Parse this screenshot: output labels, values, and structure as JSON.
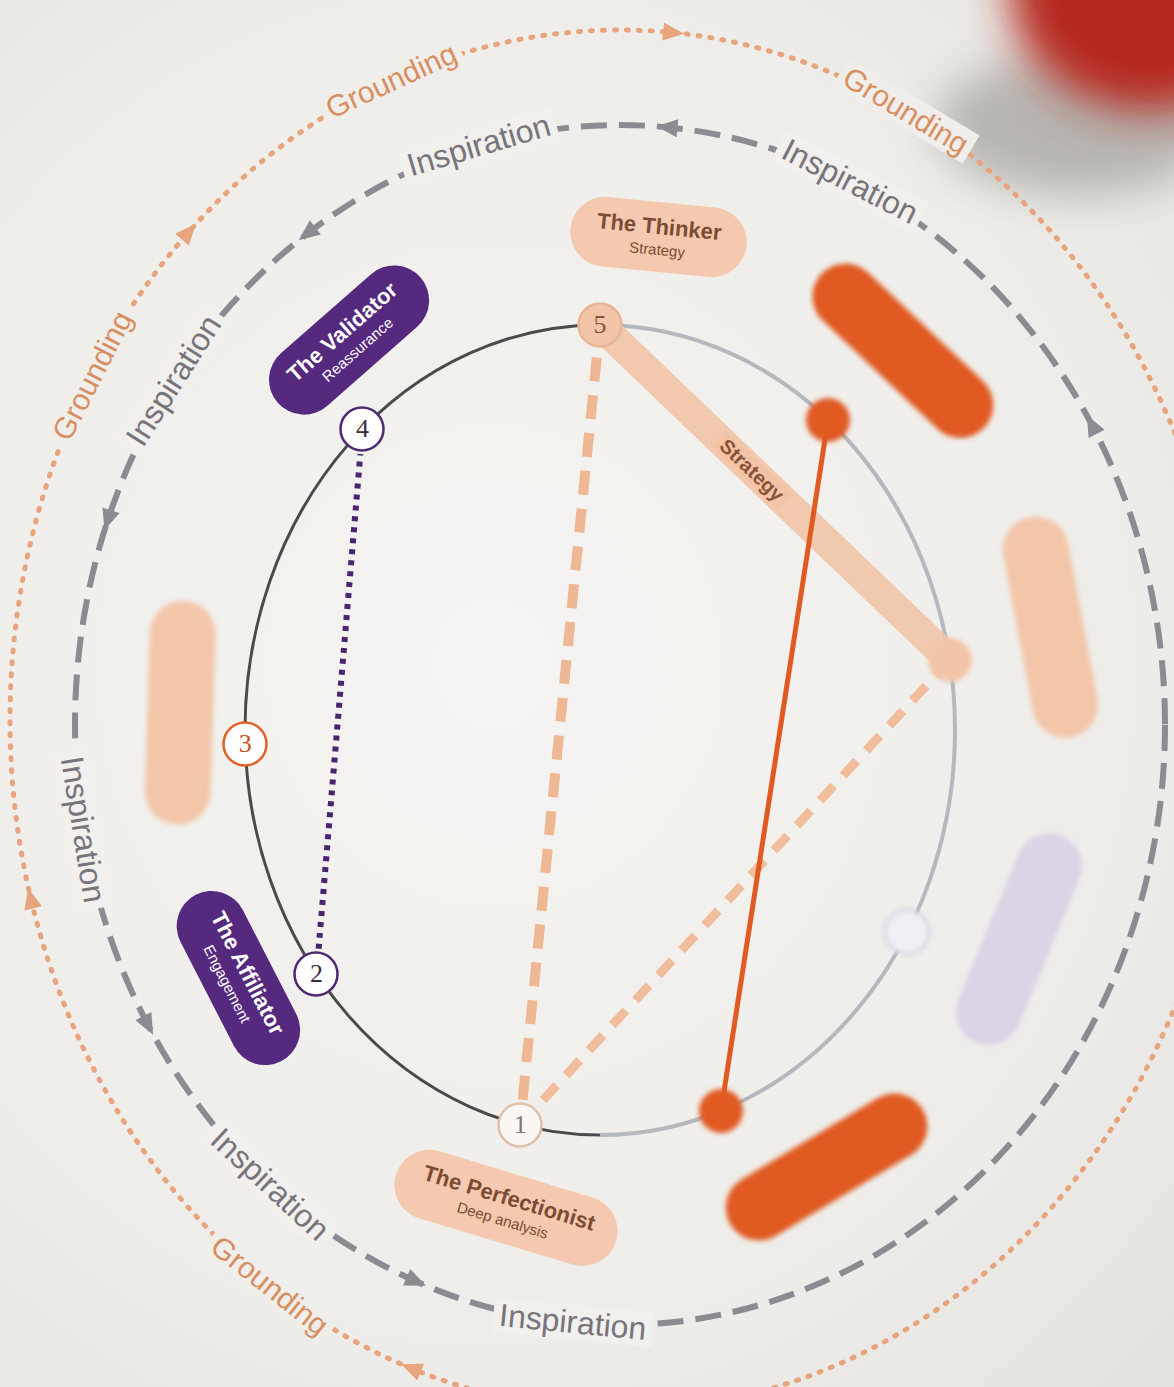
{
  "diagram": {
    "nodes": [
      {
        "text": [
          "The Thinker",
          "Strategy"
        ]
      },
      {
        "text": [
          "The Validator",
          "Reassurance"
        ]
      },
      {
        "text": [
          "The Affiliator",
          "Engagement"
        ]
      },
      {
        "text": [
          "The Perfectionist",
          "Deep analysis"
        ]
      },
      {
        "text": [
          "1"
        ]
      },
      {
        "text": [
          "2"
        ]
      },
      {
        "text": [
          "3"
        ]
      },
      {
        "text": [
          "4"
        ]
      },
      {
        "text": [
          "5"
        ]
      }
    ],
    "edges": [
      {
        "from": 5,
        "to": 7,
        "arrow": "none"
      },
      {
        "from": 4,
        "to": 8,
        "arrow": "none"
      }
    ],
    "labels": [
      "Grounding",
      "Grounding",
      "Grounding",
      "Grounding",
      "Inspiration",
      "Inspiration",
      "Inspiration",
      "Inspiration",
      "Inspiration",
      "Inspiration",
      "Strategy"
    ]
  }
}
